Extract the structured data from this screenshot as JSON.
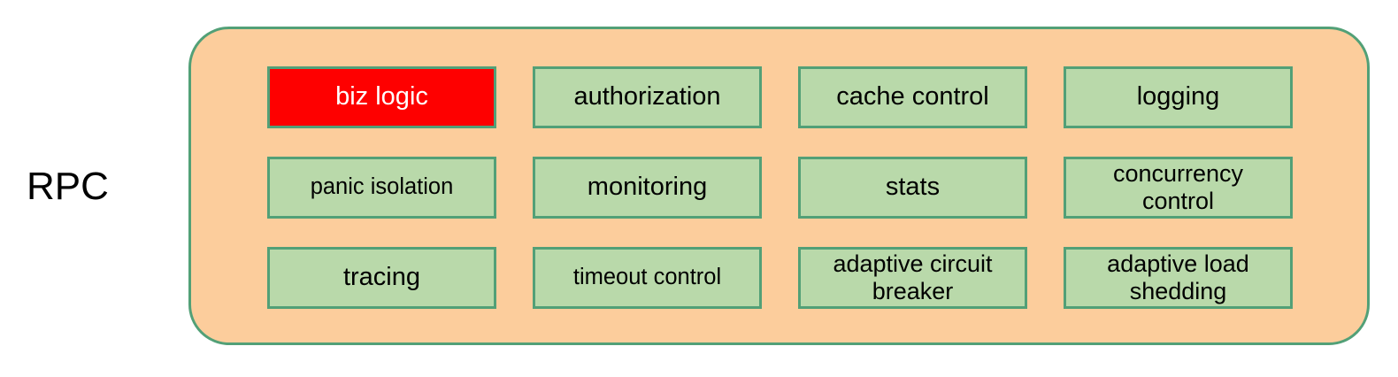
{
  "diagram": {
    "side_label": "RPC",
    "container_label": "",
    "colors": {
      "container_fill": "#fccd9c",
      "container_border": "#52a077",
      "box_fill": "#b9d9aa",
      "box_border": "#52a077",
      "highlight_fill": "#fe0000",
      "highlight_text": "#ffffff",
      "text": "#000000",
      "background": "#ffffff"
    },
    "grid": {
      "rows": 3,
      "columns": 4,
      "boxes": [
        {
          "label": "biz logic",
          "highlight": true,
          "wrapped": false,
          "size": "normal"
        },
        {
          "label": "authorization",
          "highlight": false,
          "wrapped": false,
          "size": "normal"
        },
        {
          "label": "cache control",
          "highlight": false,
          "wrapped": false,
          "size": "normal"
        },
        {
          "label": "logging",
          "highlight": false,
          "wrapped": false,
          "size": "normal"
        },
        {
          "label": "panic isolation",
          "highlight": false,
          "wrapped": false,
          "size": "small"
        },
        {
          "label": "monitoring",
          "highlight": false,
          "wrapped": false,
          "size": "normal"
        },
        {
          "label": "stats",
          "highlight": false,
          "wrapped": false,
          "size": "normal"
        },
        {
          "label": "concurrency\ncontrol",
          "highlight": false,
          "wrapped": true,
          "size": "wrap"
        },
        {
          "label": "tracing",
          "highlight": false,
          "wrapped": false,
          "size": "normal"
        },
        {
          "label": "timeout control",
          "highlight": false,
          "wrapped": false,
          "size": "small"
        },
        {
          "label": "adaptive circuit\nbreaker",
          "highlight": false,
          "wrapped": true,
          "size": "wrap"
        },
        {
          "label": "adaptive load\nshedding",
          "highlight": false,
          "wrapped": true,
          "size": "wrap"
        }
      ]
    }
  }
}
